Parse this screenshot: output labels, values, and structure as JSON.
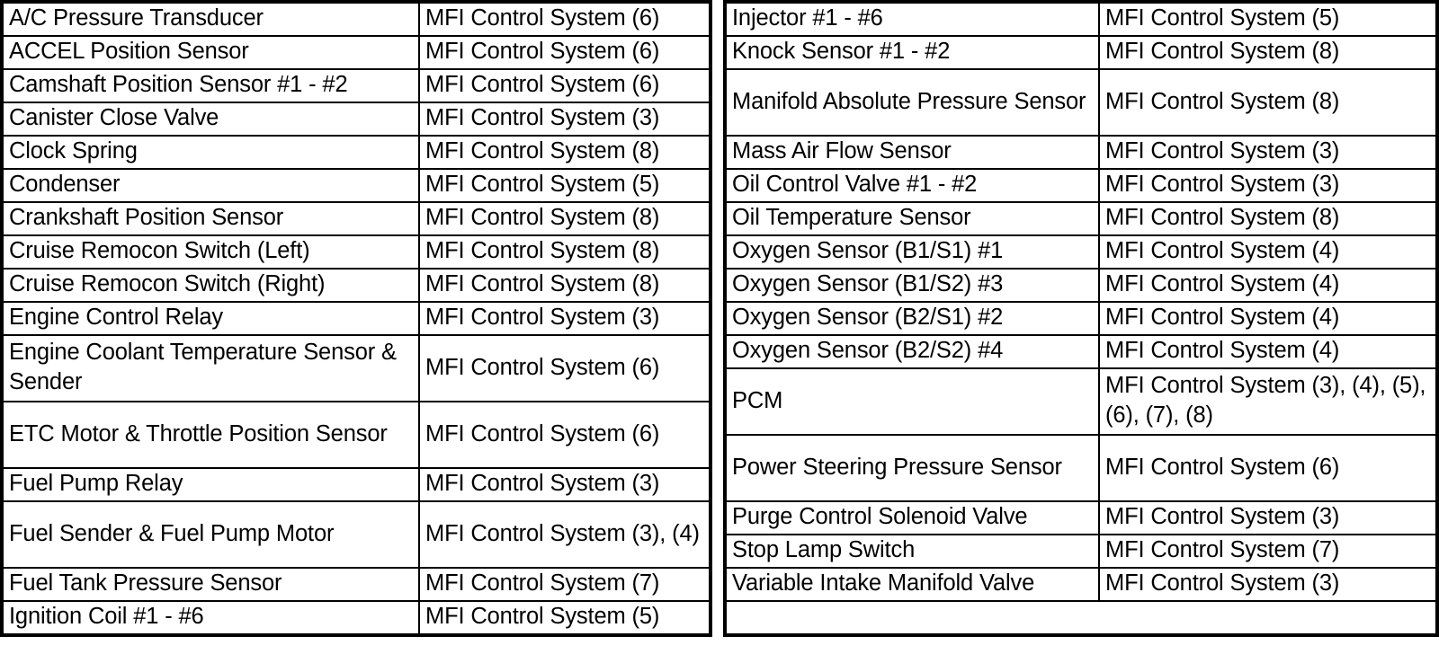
{
  "document": {
    "type": "two-column-reference-table",
    "columns": 2,
    "background_color": "#ffffff",
    "text_color": "#000000",
    "border_color": "#000000"
  },
  "left_table": {
    "rows": [
      {
        "name": "A/C Pressure Transducer",
        "system": "MFI Control System (6)",
        "lines": 1,
        "sys_lines": 1
      },
      {
        "name": "ACCEL Position Sensor",
        "system": "MFI Control System (6)",
        "lines": 1,
        "sys_lines": 1
      },
      {
        "name": "Camshaft Position Sensor #1 - #2",
        "system": "MFI Control System (6)",
        "lines": 1,
        "sys_lines": 1
      },
      {
        "name": "Canister Close Valve",
        "system": "MFI Control System (3)",
        "lines": 1,
        "sys_lines": 1
      },
      {
        "name": "Clock Spring",
        "system": "MFI Control System (8)",
        "lines": 1,
        "sys_lines": 1
      },
      {
        "name": "Condenser",
        "system": "MFI Control System (5)",
        "lines": 1,
        "sys_lines": 1
      },
      {
        "name": "Crankshaft Position Sensor",
        "system": "MFI Control System (8)",
        "lines": 1,
        "sys_lines": 1
      },
      {
        "name": "Cruise Remocon Switch (Left)",
        "system": "MFI Control System (8)",
        "lines": 1,
        "sys_lines": 1
      },
      {
        "name": "Cruise Remocon Switch (Right)",
        "system": "MFI Control System (8)",
        "lines": 1,
        "sys_lines": 1
      },
      {
        "name": "Engine Control Relay",
        "system": "MFI Control System (3)",
        "lines": 1,
        "sys_lines": 1
      },
      {
        "name": "Engine Coolant Temperature Sensor & Sender",
        "system": "MFI Control System (6)",
        "lines": 2,
        "sys_lines": 1
      },
      {
        "name": "ETC Motor & Throttle Position Sensor",
        "system": "MFI Control System (6)",
        "lines": 2,
        "sys_lines": 1
      },
      {
        "name": "Fuel Pump Relay",
        "system": "MFI Control System (3)",
        "lines": 1,
        "sys_lines": 1
      },
      {
        "name": "Fuel Sender & Fuel Pump Motor",
        "system": "MFI Control System (3), (4)",
        "lines": 1,
        "sys_lines": 2
      },
      {
        "name": "Fuel Tank Pressure Sensor",
        "system": "MFI Control System (7)",
        "lines": 1,
        "sys_lines": 1
      },
      {
        "name": "Ignition Coil #1 - #6",
        "system": "MFI Control System (5)",
        "lines": 1,
        "sys_lines": 1
      }
    ]
  },
  "right_table": {
    "rows": [
      {
        "name": "Injector #1 - #6",
        "system": "MFI Control System (5)",
        "lines": 1,
        "sys_lines": 1
      },
      {
        "name": "Knock Sensor #1 - #2",
        "system": "MFI Control System (8)",
        "lines": 1,
        "sys_lines": 1
      },
      {
        "name": "Manifold Absolute Pressure Sensor",
        "system": "MFI Control System (8)",
        "lines": 2,
        "sys_lines": 1
      },
      {
        "name": "Mass Air Flow Sensor",
        "system": "MFI Control System (3)",
        "lines": 1,
        "sys_lines": 1
      },
      {
        "name": "Oil Control Valve #1 - #2",
        "system": "MFI Control System (3)",
        "lines": 1,
        "sys_lines": 1
      },
      {
        "name": "Oil Temperature Sensor",
        "system": "MFI Control System (8)",
        "lines": 1,
        "sys_lines": 1
      },
      {
        "name": "Oxygen Sensor (B1/S1) #1",
        "system": "MFI Control System (4)",
        "lines": 1,
        "sys_lines": 1
      },
      {
        "name": "Oxygen Sensor (B1/S2) #3",
        "system": "MFI Control System (4)",
        "lines": 1,
        "sys_lines": 1
      },
      {
        "name": "Oxygen Sensor (B2/S1) #2",
        "system": "MFI Control System (4)",
        "lines": 1,
        "sys_lines": 1
      },
      {
        "name": "Oxygen Sensor (B2/S2) #4",
        "system": "MFI Control System (4)",
        "lines": 1,
        "sys_lines": 1
      },
      {
        "name": "PCM",
        "system": "MFI Control System (3), (4), (5), (6), (7), (8)",
        "lines": 1,
        "sys_lines": 2
      },
      {
        "name": "Power Steering Pressure Sensor",
        "system": "MFI Control System (6)",
        "lines": 2,
        "sys_lines": 1
      },
      {
        "name": "Purge Control Solenoid Valve",
        "system": "MFI Control System (3)",
        "lines": 1,
        "sys_lines": 1
      },
      {
        "name": "Stop Lamp Switch",
        "system": "MFI Control System (7)",
        "lines": 1,
        "sys_lines": 1
      },
      {
        "name": "Variable Intake Manifold Valve",
        "system": "MFI Control System (3)",
        "lines": 1,
        "sys_lines": 1
      },
      {
        "name": "",
        "system": "",
        "lines": 1,
        "sys_lines": 1,
        "empty": true
      }
    ]
  }
}
